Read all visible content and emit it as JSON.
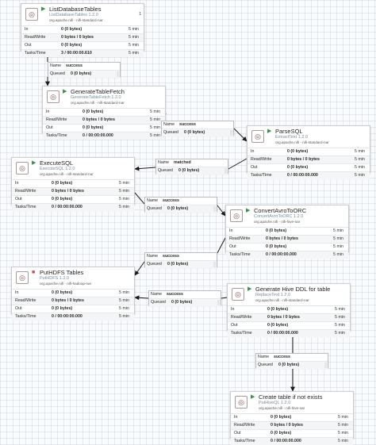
{
  "processors": [
    {
      "name": "ListDatabaseTables",
      "type": "ListDatabaseTables 1.2.0",
      "bundle": "org.apache.nifi - nifi-standard-nar",
      "indicator": "1",
      "in": {
        "label": "In",
        "value": "0 (0 bytes)",
        "time": "5 min"
      },
      "rw": {
        "label": "Read/Write",
        "value": "0 bytes / 0 bytes",
        "time": "5 min"
      },
      "out": {
        "label": "Out",
        "value": "0 (0 bytes)",
        "time": "5 min"
      },
      "tasks": {
        "label": "Tasks/Time",
        "value": "3 / 00:00:00.610",
        "time": "5 min"
      }
    },
    {
      "name": "GenerateTableFetch",
      "type": "GenerateTableFetch 1.2.0",
      "bundle": "org.apache.nifi - nifi-standard-nar",
      "in": {
        "label": "In",
        "value": "0 (0 bytes)",
        "time": "5 min"
      },
      "rw": {
        "label": "Read/Write",
        "value": "0 bytes / 0 bytes",
        "time": "5 min"
      },
      "out": {
        "label": "Out",
        "value": "0 (0 bytes)",
        "time": "5 min"
      },
      "tasks": {
        "label": "Tasks/Time",
        "value": "0 / 00:00:00.000",
        "time": "5 min"
      }
    },
    {
      "name": "ParseSQL",
      "type": "ExtractText 1.2.0",
      "bundle": "org.apache.nifi - nifi-standard-nar",
      "in": {
        "label": "In",
        "value": "0 (0 bytes)",
        "time": "5 min"
      },
      "rw": {
        "label": "Read/Write",
        "value": "0 bytes / 0 bytes",
        "time": "5 min"
      },
      "out": {
        "label": "Out",
        "value": "0 (0 bytes)",
        "time": "5 min"
      },
      "tasks": {
        "label": "Tasks/Time",
        "value": "0 / 00:00:00.000",
        "time": "5 min"
      }
    },
    {
      "name": "ExecuteSQL",
      "type": "ExecuteSQL 1.2.0",
      "bundle": "org.apache.nifi - nifi-standard-nar",
      "in": {
        "label": "In",
        "value": "0 (0 bytes)",
        "time": "5 min"
      },
      "rw": {
        "label": "Read/Write",
        "value": "0 bytes / 0 bytes",
        "time": "5 min"
      },
      "out": {
        "label": "Out",
        "value": "0 (0 bytes)",
        "time": "5 min"
      },
      "tasks": {
        "label": "Tasks/Time",
        "value": "0 / 00:00:00.000",
        "time": "5 min"
      }
    },
    {
      "name": "ConvertAvroToORC",
      "type": "ConvertAvroToORC 1.2.0",
      "bundle": "org.apache.nifi - nifi-hive-nar",
      "in": {
        "label": "In",
        "value": "0 (0 bytes)",
        "time": "5 min"
      },
      "rw": {
        "label": "Read/Write",
        "value": "0 bytes / 0 bytes",
        "time": "5 min"
      },
      "out": {
        "label": "Out",
        "value": "0 (0 bytes)",
        "time": "5 min"
      },
      "tasks": {
        "label": "Tasks/Time",
        "value": "0 / 00:00:00.000",
        "time": "5 min"
      }
    },
    {
      "name": "PutHDFS Tables",
      "type": "PutHDFS 1.2.0",
      "bundle": "org.apache.nifi - nifi-hadoop-nar",
      "in": {
        "label": "In",
        "value": "0 (0 bytes)",
        "time": "5 min"
      },
      "rw": {
        "label": "Read/Write",
        "value": "0 bytes / 0 bytes",
        "time": "5 min"
      },
      "out": {
        "label": "Out",
        "value": "0 (0 bytes)",
        "time": "5 min"
      },
      "tasks": {
        "label": "Tasks/Time",
        "value": "0 / 00:00:00.000",
        "time": "5 min"
      }
    },
    {
      "name": "Generate Hive DDL for table",
      "type": "ReplaceText 1.2.0",
      "bundle": "org.apache.nifi - nifi-standard-nar",
      "in": {
        "label": "In",
        "value": "0 (0 bytes)",
        "time": "5 min"
      },
      "rw": {
        "label": "Read/Write",
        "value": "0 bytes / 0 bytes",
        "time": "5 min"
      },
      "out": {
        "label": "Out",
        "value": "0 (0 bytes)",
        "time": "5 min"
      },
      "tasks": {
        "label": "Tasks/Time",
        "value": "0 / 00:00:00.000",
        "time": "5 min"
      }
    },
    {
      "name": "Create table if not exists",
      "type": "PutHiveQL 1.2.0",
      "bundle": "org.apache.nifi - nifi-hive-nar",
      "in": {
        "label": "In",
        "value": "0 (0 bytes)",
        "time": "5 min"
      },
      "rw": {
        "label": "Read/Write",
        "value": "0 bytes / 0 bytes",
        "time": "5 min"
      },
      "out": {
        "label": "Out",
        "value": "0 (0 bytes)",
        "time": "5 min"
      },
      "tasks": {
        "label": "Tasks/Time",
        "value": "0 / 00:00:00.000",
        "time": "5 min"
      }
    }
  ],
  "connections": [
    {
      "name_label": "Name",
      "name": "success",
      "queued_label": "Queued",
      "queued": "0 (0 bytes)"
    },
    {
      "name_label": "Name",
      "name": "success",
      "queued_label": "Queued",
      "queued": "0 (0 bytes)"
    },
    {
      "name_label": "Name",
      "name": "matched",
      "queued_label": "Queued",
      "queued": "0 (0 bytes)"
    },
    {
      "name_label": "Name",
      "name": "success",
      "queued_label": "Queued",
      "queued": "0 (0 bytes)"
    },
    {
      "name_label": "Name",
      "name": "success",
      "queued_label": "Queued",
      "queued": "0 (0 bytes)"
    },
    {
      "name_label": "Name",
      "name": "success",
      "queued_label": "Queued",
      "queued": "0 (0 bytes)"
    },
    {
      "name_label": "Name",
      "name": "success",
      "queued_label": "Queued",
      "queued": "0 (0 bytes)"
    }
  ],
  "colors": {
    "canvas": "#f9fafb",
    "link": "#1a1a1a",
    "run_icon": "#3d8f4d",
    "stopped_border": "#ba554a",
    "type_text": "#728e9b"
  },
  "icons": {
    "processor": "processor-icon",
    "run": "play-icon",
    "stopped": "stopped-icon"
  }
}
